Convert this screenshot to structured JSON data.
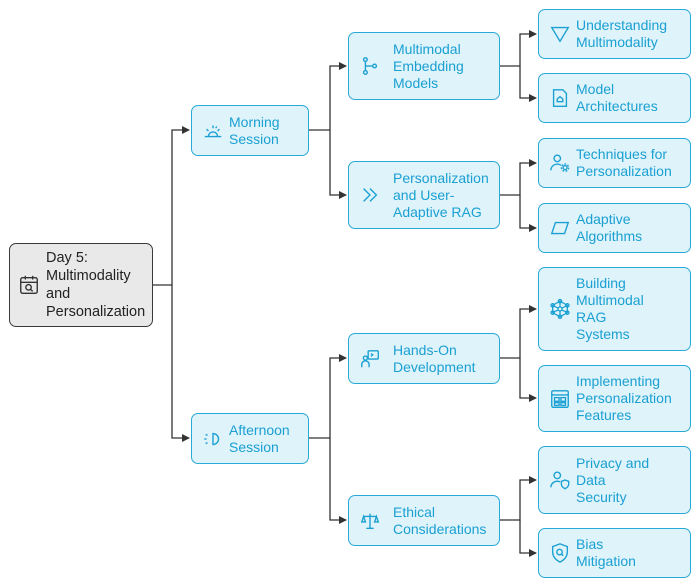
{
  "colors": {
    "accent": "#29a9d8",
    "node_fill": "#dff3fb",
    "root_fill": "#e9e9e9",
    "line": "#333333"
  },
  "root": {
    "label": "Day 5:\nMultimodality\nand\nPersonalization",
    "icon": "calendar-search-icon"
  },
  "sessions": {
    "morning": {
      "label": "Morning\nSession",
      "icon": "sunrise-icon"
    },
    "afternoon": {
      "label": "Afternoon\nSession",
      "icon": "sunset-icon"
    }
  },
  "topics": {
    "embedding": {
      "label": "Multimodal\nEmbedding\nModels",
      "icon": "branch-icon"
    },
    "personalization": {
      "label": "Personalization\nand User-\nAdaptive RAG",
      "icon": "double-chevron-icon"
    },
    "handson": {
      "label": "Hands-On\nDevelopment",
      "icon": "developer-icon"
    },
    "ethical": {
      "label": "Ethical\nConsiderations",
      "icon": "scale-icon"
    }
  },
  "leaves": {
    "understanding": {
      "label": "Understanding\nMultimodality",
      "icon": "triangle-icon"
    },
    "architectures": {
      "label": "Model\nArchitectures",
      "icon": "house-file-icon"
    },
    "techniques": {
      "label": "Techniques for\nPersonalization",
      "icon": "user-gear-icon"
    },
    "adaptive": {
      "label": "Adaptive\nAlgorithms",
      "icon": "parallelogram-icon"
    },
    "building": {
      "label": "Building\nMultimodal\nRAG\nSystems",
      "icon": "network-icon"
    },
    "implementing": {
      "label": "Implementing\nPersonalization\nFeatures",
      "icon": "dashboard-icon"
    },
    "privacy": {
      "label": "Privacy and\nData\nSecurity",
      "icon": "user-shield-icon"
    },
    "bias": {
      "label": "Bias\nMitigation",
      "icon": "search-shield-icon"
    }
  }
}
